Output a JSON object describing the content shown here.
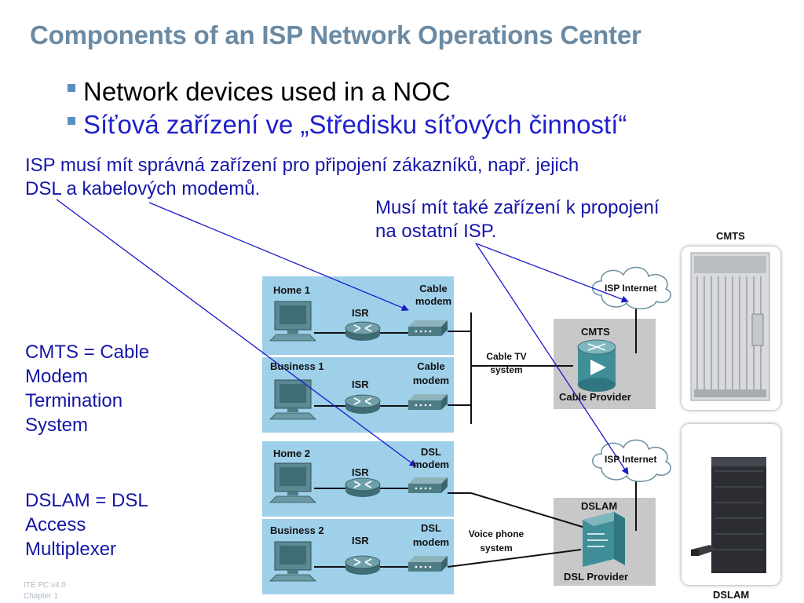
{
  "slide": {
    "title": "Components of an ISP Network Operations Center",
    "bullets": [
      "Network devices used in a NOC",
      "Síťová zařízení ve „Středisku síťových činností“"
    ],
    "note1_line1": "ISP musí mít správná zařízení pro připojení zákazníků, např. jejich",
    "note1_line2": "DSL a kabelových modemů.",
    "note2_line1": "Musí mít také zařízení k propojení",
    "note2_line2": "na ostatní ISP.",
    "cmts_def": [
      "CMTS = Cable",
      "Modem",
      "Termination",
      "System"
    ],
    "dslam_def": [
      "DSLAM = DSL",
      "Access",
      "Multiplexer"
    ],
    "footer": [
      "ITE PC v4.0",
      "Chapter 1"
    ]
  },
  "diagram": {
    "sites": [
      {
        "name": "Home 1",
        "router": "ISR",
        "modem": [
          "Cable",
          "modem"
        ]
      },
      {
        "name": "Business 1",
        "router": "ISR",
        "modem": [
          "Cable",
          "modem"
        ]
      },
      {
        "name": "Home 2",
        "router": "ISR",
        "modem": [
          "DSL",
          "modem"
        ]
      },
      {
        "name": "Business 2",
        "router": "ISR",
        "modem": [
          "DSL",
          "modem"
        ]
      }
    ],
    "cable_tv": [
      "Cable TV",
      "system"
    ],
    "voice_phone": [
      "Voice phone",
      "system"
    ],
    "cloud_label": "ISP Internet",
    "cmts_label": "CMTS",
    "cable_provider": "Cable Provider",
    "dslam_label": "DSLAM",
    "dsl_provider": "DSL Provider"
  },
  "photos": {
    "cmts_caption": "CMTS",
    "dslam_caption": "DSLAM"
  },
  "colors": {
    "title": "#6b8aa3",
    "czech_text": "#1515a8",
    "panel": "#9fd0ea",
    "device": "#5c8a94",
    "arrow": "#1a1acc"
  }
}
